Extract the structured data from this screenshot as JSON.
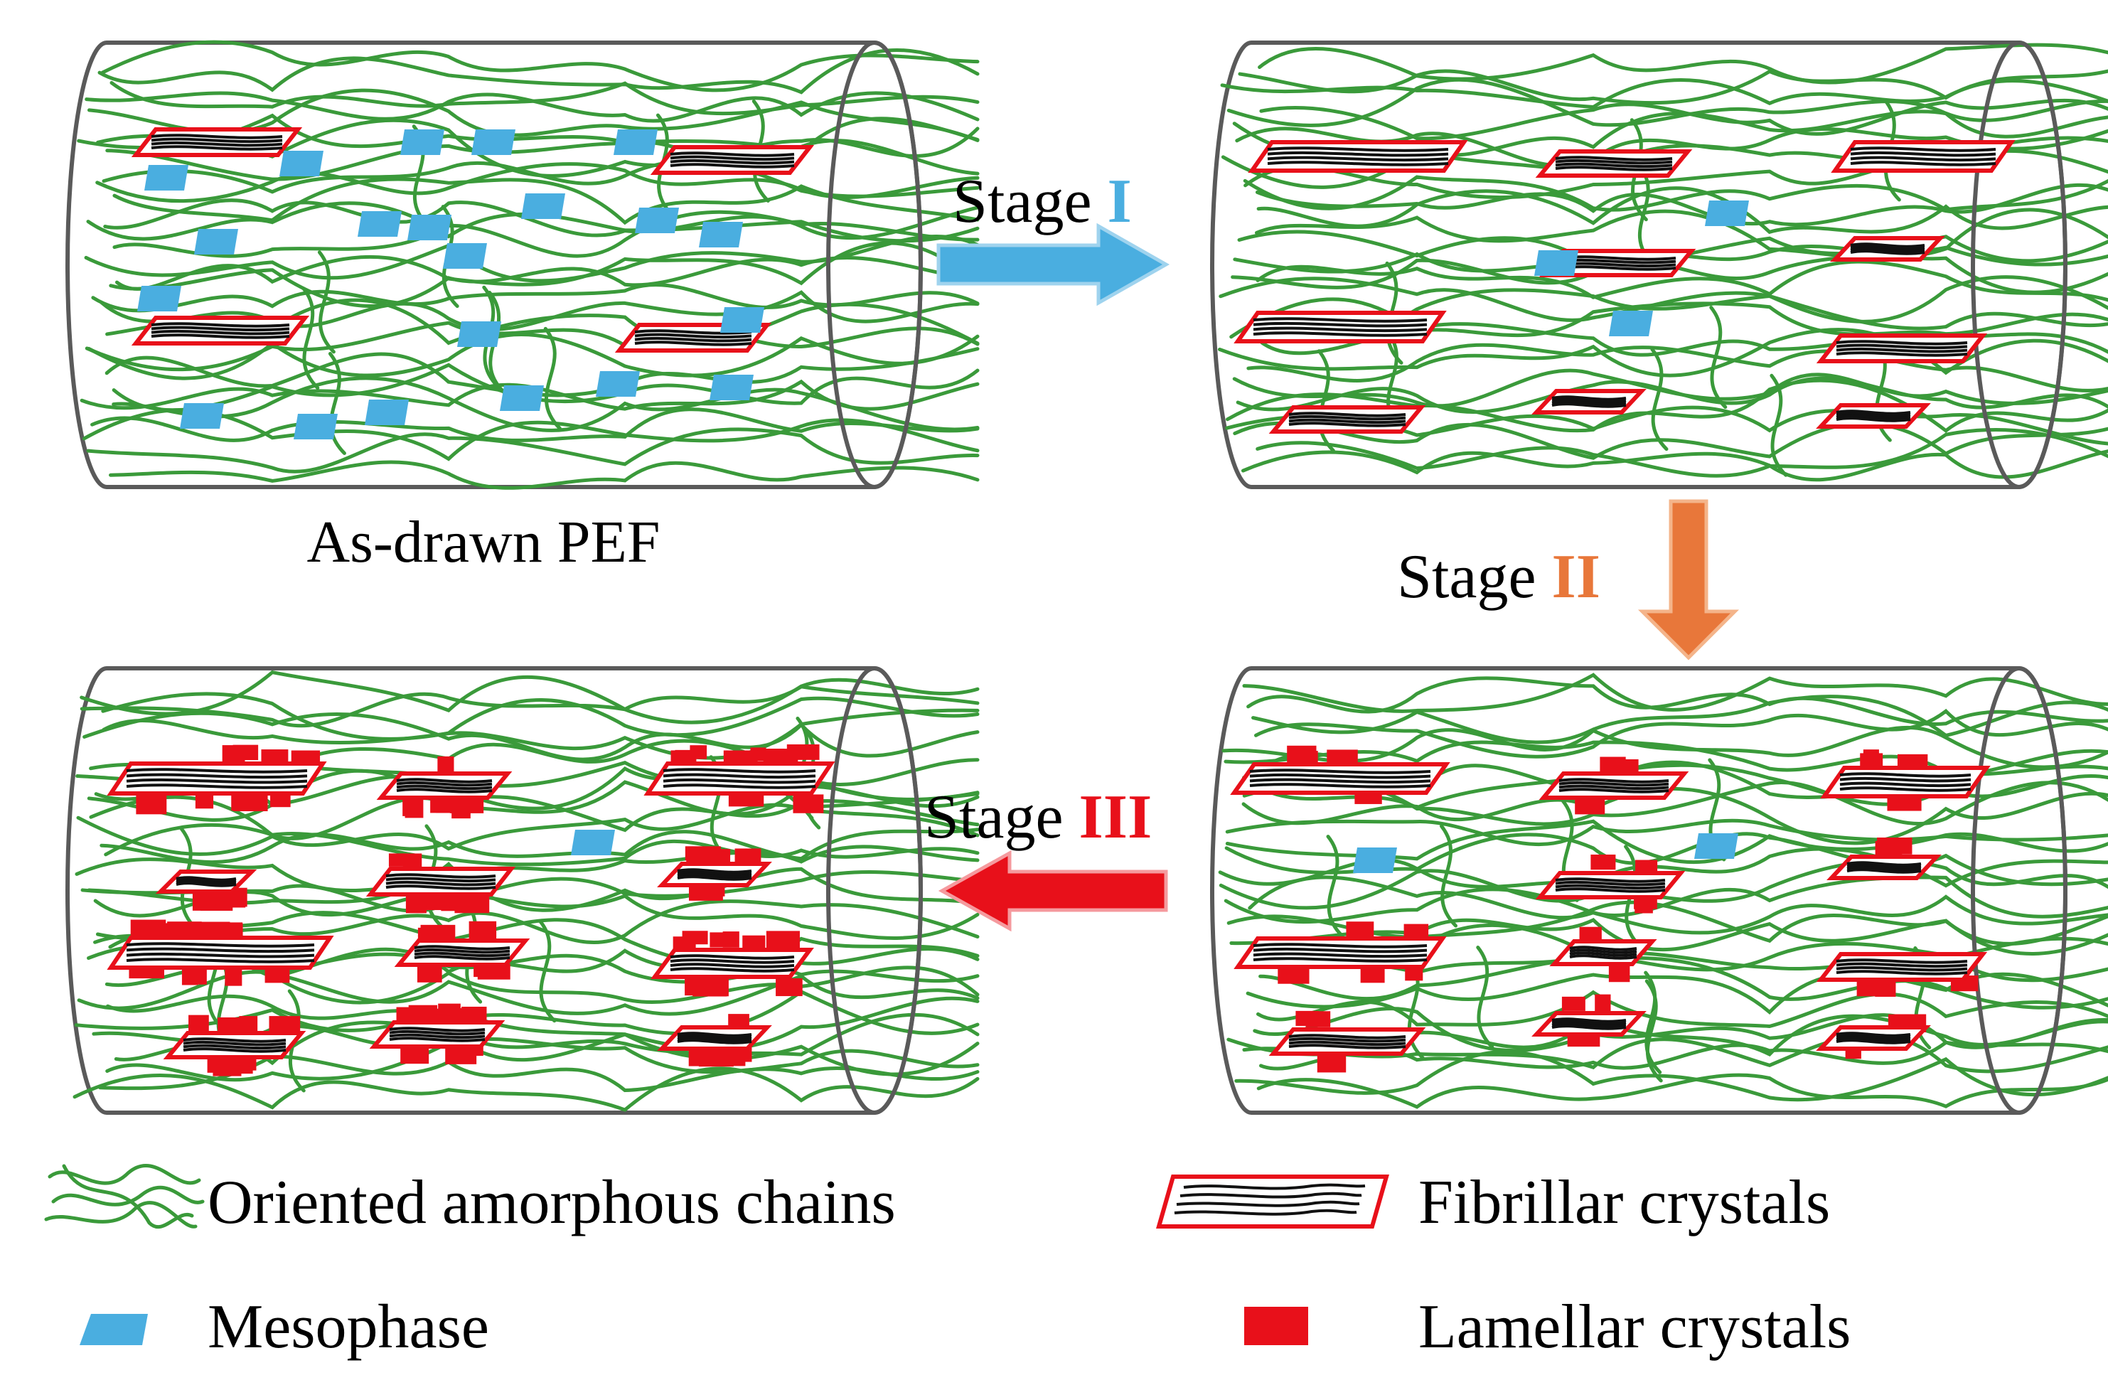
{
  "caption": "As-drawn PEF",
  "stages": [
    {
      "word": "Stage",
      "numeral": "I",
      "color": "#4aaee0"
    },
    {
      "word": "Stage",
      "numeral": "II",
      "color": "#e8773a"
    },
    {
      "word": "Stage",
      "numeral": "III",
      "color": "#e8101a"
    }
  ],
  "legend": {
    "chains": "Oriented amorphous chains",
    "mesophase": "Mesophase",
    "fibrillar": "Fibrillar crystals",
    "lamellar": "Lamellar crystals"
  },
  "colors": {
    "chain": "#3a9a3a",
    "mesophase": "#4aaee0",
    "crystal_frame": "#e8101a",
    "lamellar": "#e8101a",
    "cylinder": "#5a5a5a"
  }
}
